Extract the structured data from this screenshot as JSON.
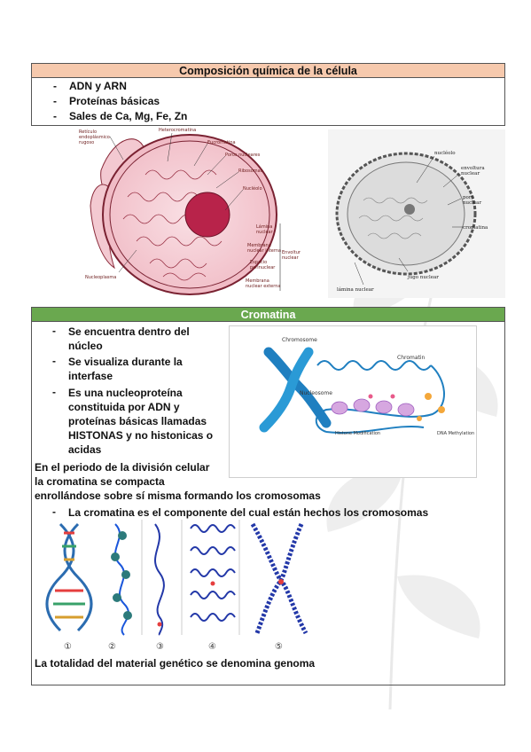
{
  "section1": {
    "header": "Composición química de la célula",
    "items": [
      "ADN y ARN",
      "Proteínas básicas",
      "Sales de Ca, Mg, Fe, Zn"
    ],
    "fig_left_labels": {
      "retic": "Retículo\nendoplásmico\nrugoso",
      "hetero": "Heterocromatina",
      "eucro": "Eucromatina",
      "poros": "Poros nucleares",
      "ribo": "Ribosomas",
      "nucleolo": "Nucléolo",
      "lamina": "Lámina\nnuclear",
      "memint": "Membrana\nnuclear interna",
      "espacio": "Espacio\nperinuclear",
      "memext": "Membrana\nnuclear externa",
      "envoltura": "Envoltura\nnuclear",
      "nucleoplasma": "Nucleoplasma"
    },
    "fig_right_labels": {
      "nucleolo": "nucléolo",
      "envoltura": "envoltura\nnuclear",
      "poro": "poro\nnuclear",
      "cromatina": "cromatina",
      "jugo": "jugo nuclear",
      "lamina": "lámina nuclear"
    }
  },
  "section2": {
    "header": "Cromatina",
    "items": [
      [
        "Se encuentra dentro del",
        "núcleo"
      ],
      [
        "Se visualiza durante la",
        "interfase"
      ],
      [
        "Es una nucleoproteína",
        "constituida por ADN y",
        "proteínas básicas llamadas",
        "HISTONAS y no histonicas o",
        "acidas"
      ]
    ],
    "paragraph": [
      "En el periodo de la división celular",
      "la cromatina se compacta",
      "enrollándose sobre sí misma formando los cromosomas"
    ],
    "item4": "La cromatina es el componente del cual están hechos los cromosomas",
    "fig_labels": {
      "chromosome": "Chromosome",
      "chromatin": "Chromatin",
      "nucleosome": "Nucleosome",
      "histone": "Histone Modification",
      "dna": "DNA Methylation"
    },
    "steps": [
      "①",
      "②",
      "③",
      "④",
      "⑤"
    ],
    "footer": "La totalidad del material genético se denomina genoma"
  },
  "colors": {
    "header1_bg": "#f6c9ad",
    "header2_bg": "#6aa84f",
    "chromatin_blue": "#1f7fc0"
  }
}
